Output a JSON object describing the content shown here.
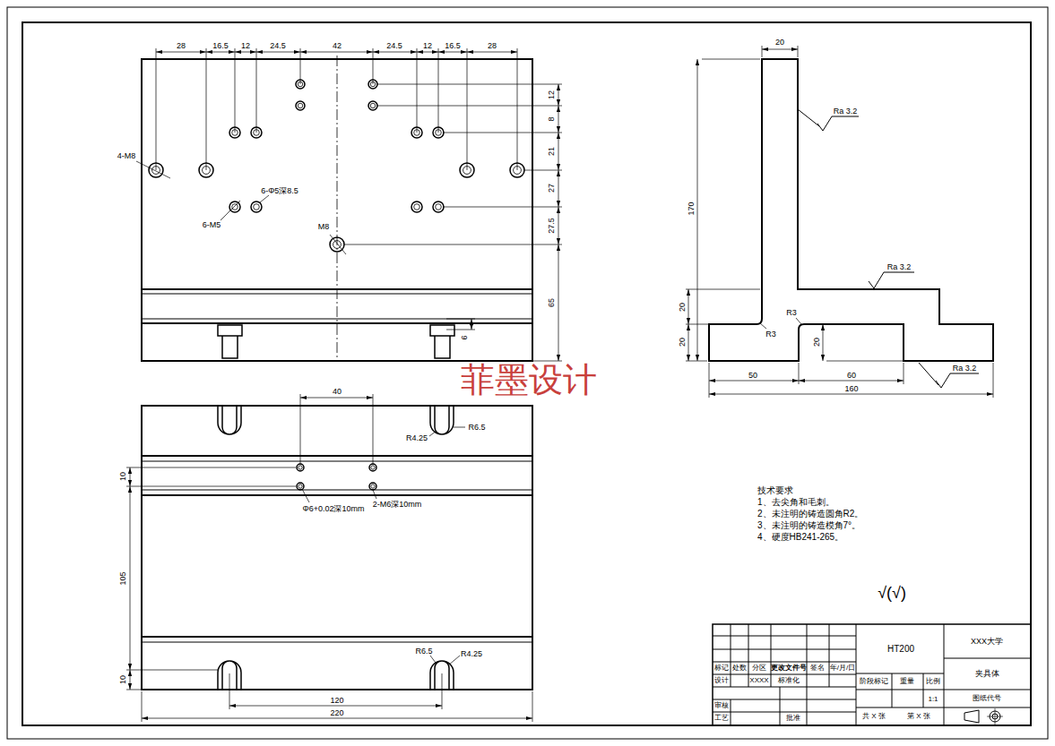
{
  "diagram": {
    "labels": [
      "28",
      "16.5",
      "12",
      "24.5",
      "42",
      "24.5",
      "12",
      "16.5",
      "28",
      "12",
      "8",
      "21",
      "27",
      "27.5",
      "65",
      "6",
      "4-M8",
      "6-M5",
      "6-Φ5深8.5",
      "M8",
      "20",
      "Ra 3.2",
      "170",
      "Ra 3.2",
      "20",
      "R3",
      "R3",
      "20",
      "20",
      "Ra 3.2",
      "50",
      "60",
      "160",
      "菲墨设计",
      "40",
      "R4.25",
      "R6.5",
      "10",
      "Φ6+0.02深10mm",
      "2-M6深10mm",
      "105",
      "R6.5",
      "R4.25",
      "10",
      "120",
      "220",
      "技术要求",
      "1、去尖角和毛刺。",
      "2、未注明的铸造圆角R2。",
      "3、未注明的铸造模角7°。",
      "4、硬度HB241-265。",
      "√(√)",
      "HT200",
      "XXX大学",
      "夹具体",
      "标记",
      "处数",
      "分区",
      "更改文件号",
      "签名",
      "年/月/日",
      "设计",
      "XXXX",
      "标准化",
      "阶段标记",
      "重量",
      "比例",
      "1:1",
      "图纸代号",
      "审核",
      "工艺",
      "批准",
      "共 X 张",
      "第 X 张"
    ]
  }
}
